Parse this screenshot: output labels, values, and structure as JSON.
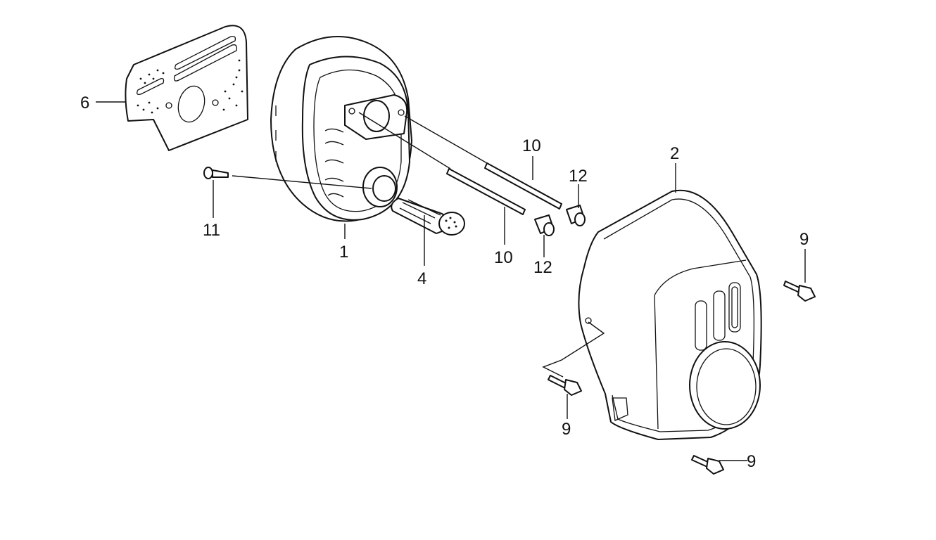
{
  "callouts": {
    "c6": "6",
    "c1": "1",
    "c11": "11",
    "c4": "4",
    "c10a": "10",
    "c10b": "10",
    "c12a": "12",
    "c12b": "12",
    "c2": "2",
    "c9a": "9",
    "c9b": "9",
    "c9c": "9"
  }
}
